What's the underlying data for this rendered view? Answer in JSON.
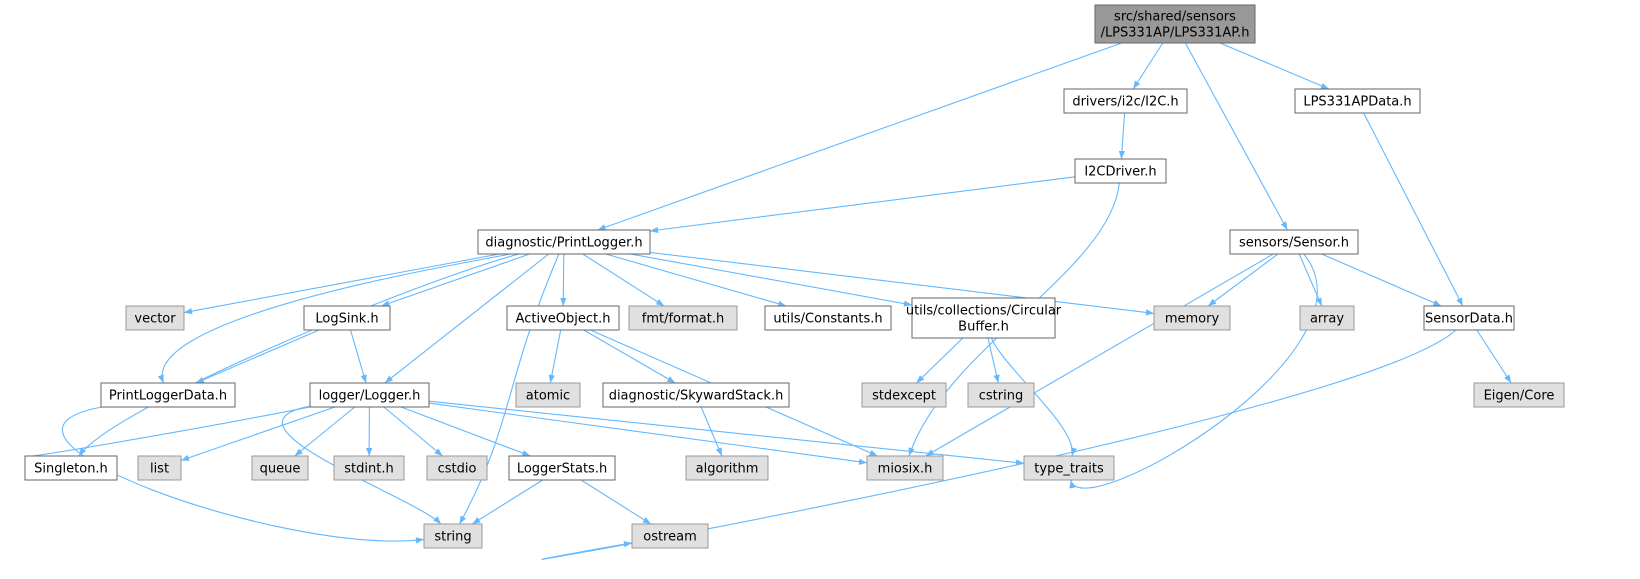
{
  "graph_title": "",
  "colors": {
    "root_fill": "#999999",
    "root_stroke": "#666666",
    "file_fill": "#ffffff",
    "file_stroke": "#666666",
    "system_fill": "#e0e0e0",
    "system_stroke": "#999999",
    "edge": "#63b8ff"
  },
  "nodes": {
    "root": {
      "lines": [
        "src/shared/sensors",
        "/LPS331AP/LPS331AP.h"
      ],
      "kind": "root"
    },
    "i2c": {
      "lines": [
        "drivers/i2c/I2C.h"
      ],
      "kind": "file"
    },
    "lpsdata": {
      "lines": [
        "LPS331APData.h"
      ],
      "kind": "file"
    },
    "i2cdriver": {
      "lines": [
        "I2CDriver.h"
      ],
      "kind": "file"
    },
    "printlogger": {
      "lines": [
        "diagnostic/PrintLogger.h"
      ],
      "kind": "file"
    },
    "sensor": {
      "lines": [
        "sensors/Sensor.h"
      ],
      "kind": "file"
    },
    "vector": {
      "lines": [
        "vector"
      ],
      "kind": "system"
    },
    "logsink": {
      "lines": [
        "LogSink.h"
      ],
      "kind": "file"
    },
    "activeobject": {
      "lines": [
        "ActiveObject.h"
      ],
      "kind": "file"
    },
    "fmt": {
      "lines": [
        "fmt/format.h"
      ],
      "kind": "system"
    },
    "constants": {
      "lines": [
        "utils/Constants.h"
      ],
      "kind": "file"
    },
    "circular": {
      "lines": [
        "utils/collections/Circular",
        "Buffer.h"
      ],
      "kind": "file"
    },
    "memory": {
      "lines": [
        "memory"
      ],
      "kind": "system"
    },
    "array": {
      "lines": [
        "array"
      ],
      "kind": "system"
    },
    "sensordata": {
      "lines": [
        "SensorData.h"
      ],
      "kind": "file"
    },
    "printloggerdata": {
      "lines": [
        "PrintLoggerData.h"
      ],
      "kind": "file"
    },
    "logger": {
      "lines": [
        "logger/Logger.h"
      ],
      "kind": "file"
    },
    "atomic": {
      "lines": [
        "atomic"
      ],
      "kind": "system"
    },
    "skyward": {
      "lines": [
        "diagnostic/SkywardStack.h"
      ],
      "kind": "file"
    },
    "stdexcept": {
      "lines": [
        "stdexcept"
      ],
      "kind": "system"
    },
    "cstring": {
      "lines": [
        "cstring"
      ],
      "kind": "system"
    },
    "eigen": {
      "lines": [
        "Eigen/Core"
      ],
      "kind": "system"
    },
    "singleton": {
      "lines": [
        "Singleton.h"
      ],
      "kind": "file"
    },
    "list": {
      "lines": [
        "list"
      ],
      "kind": "system"
    },
    "queue": {
      "lines": [
        "queue"
      ],
      "kind": "system"
    },
    "stdint": {
      "lines": [
        "stdint.h"
      ],
      "kind": "system"
    },
    "cstdio": {
      "lines": [
        "cstdio"
      ],
      "kind": "system"
    },
    "loggerstats": {
      "lines": [
        "LoggerStats.h"
      ],
      "kind": "file"
    },
    "algorithm": {
      "lines": [
        "algorithm"
      ],
      "kind": "system"
    },
    "miosix": {
      "lines": [
        "miosix.h"
      ],
      "kind": "system"
    },
    "type_traits": {
      "lines": [
        "type_traits"
      ],
      "kind": "system"
    },
    "string": {
      "lines": [
        "string"
      ],
      "kind": "system"
    },
    "ostream": {
      "lines": [
        "ostream"
      ],
      "kind": "system"
    }
  },
  "edges": [
    [
      "root",
      "printlogger"
    ],
    [
      "root",
      "i2c"
    ],
    [
      "root",
      "sensor"
    ],
    [
      "root",
      "lpsdata"
    ],
    [
      "i2c",
      "i2cdriver"
    ],
    [
      "i2cdriver",
      "printlogger"
    ],
    [
      "i2cdriver",
      "miosix"
    ],
    [
      "lpsdata",
      "sensordata"
    ],
    [
      "printlogger",
      "vector"
    ],
    [
      "printlogger",
      "printloggerdata"
    ],
    [
      "printlogger",
      "singleton"
    ],
    [
      "printlogger",
      "logsink"
    ],
    [
      "printlogger",
      "logger"
    ],
    [
      "printlogger",
      "string"
    ],
    [
      "printlogger",
      "activeobject"
    ],
    [
      "printlogger",
      "fmt"
    ],
    [
      "printlogger",
      "constants"
    ],
    [
      "printlogger",
      "circular"
    ],
    [
      "printlogger",
      "memory"
    ],
    [
      "logsink",
      "printloggerdata"
    ],
    [
      "logsink",
      "logger"
    ],
    [
      "printloggerdata",
      "string"
    ],
    [
      "activeobject",
      "atomic"
    ],
    [
      "activeobject",
      "skyward"
    ],
    [
      "activeobject",
      "miosix"
    ],
    [
      "skyward",
      "algorithm"
    ],
    [
      "circular",
      "stdexcept"
    ],
    [
      "circular",
      "cstring"
    ],
    [
      "circular",
      "type_traits"
    ],
    [
      "sensor",
      "memory"
    ],
    [
      "sensor",
      "miosix"
    ],
    [
      "sensor",
      "array"
    ],
    [
      "sensor",
      "type_traits"
    ],
    [
      "sensor",
      "sensordata"
    ],
    [
      "sensordata",
      "eigen"
    ],
    [
      "sensordata",
      "ostream"
    ],
    [
      "logger",
      "singleton"
    ],
    [
      "logger",
      "list"
    ],
    [
      "logger",
      "string"
    ],
    [
      "logger",
      "queue"
    ],
    [
      "logger",
      "stdint"
    ],
    [
      "logger",
      "cstdio"
    ],
    [
      "logger",
      "loggerstats"
    ],
    [
      "logger",
      "miosix"
    ],
    [
      "logger",
      "type_traits"
    ],
    [
      "loggerstats",
      "string"
    ],
    [
      "loggerstats",
      "ostream"
    ]
  ]
}
